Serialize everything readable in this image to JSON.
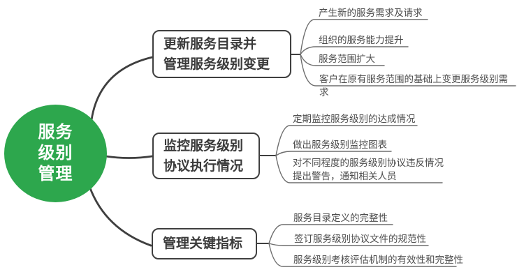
{
  "root": {
    "label": "服务\n级别\n管理"
  },
  "branches": [
    {
      "label": "更新服务目录并\n管理服务级别变更",
      "leaves": [
        "产生新的服务需求及请求",
        "组织的服务能力提升",
        "服务范围扩大",
        "客户在原有服务范围的基础上变更服务级别需求"
      ]
    },
    {
      "label": "监控服务级别\n协议执行情况",
      "leaves": [
        "定期监控服务级别的达成情况",
        "做出服务级别监控图表",
        "对不同程度的服务级别协议违反情况\n提出警告，通知相关人员"
      ]
    },
    {
      "label": "管理关键指标",
      "leaves": [
        "服务目录定义的完整性",
        "签订服务级别协议文件的规范性",
        "服务级别考核评估机制的有效性和完整性"
      ]
    }
  ],
  "colors": {
    "root_fill": "#2DA74D",
    "root_text": "#ffffff",
    "branch_border": "#3f3f3f",
    "connector": "#3f3f3f",
    "leaf_line": "#6e6e6e",
    "leaf_text": "#4c4c4c"
  }
}
